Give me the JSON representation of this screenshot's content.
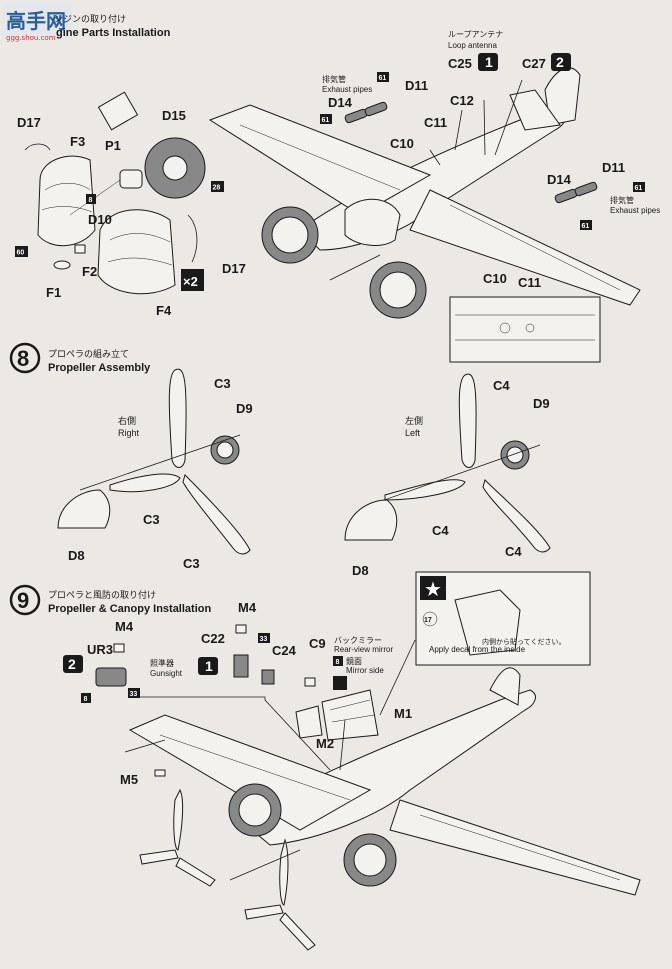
{
  "watermark": {
    "text": "高手网",
    "url": "ggg.shou.com"
  },
  "step7": {
    "title_jp": "ンジンの取り付け",
    "title_en": "gine Parts Installation",
    "loop_antenna_jp": "ループアンテナ",
    "loop_antenna_en": "Loop antenna",
    "exhaust_jp": "排気管",
    "exhaust_en": "Exhaust pipes",
    "x2": "×2",
    "labels": {
      "d17a": "D17",
      "f3": "F3",
      "p1": "P1",
      "d15": "D15",
      "d10": "D10",
      "f2": "F2",
      "f1": "F1",
      "f4": "F4",
      "d17b": "D17",
      "c25": "C25",
      "c27": "C27",
      "d14a": "D14",
      "d11a": "D11",
      "c12": "C12",
      "c11a": "C11",
      "c10a": "C10",
      "d11b": "D11",
      "d14b": "D14",
      "c10b": "C10",
      "c11b": "C11"
    },
    "nums": {
      "n8": "8",
      "n28": "28",
      "n60": "60",
      "n61a": "61",
      "n61b": "61",
      "n61c": "61",
      "n61d": "61"
    },
    "badges": {
      "b1": "1",
      "b2": "2"
    }
  },
  "step8": {
    "number": "8",
    "title_jp": "プロペラの組み立て",
    "title_en": "Propeller Assembly",
    "right_jp": "右側",
    "right_en": "Right",
    "left_jp": "左側",
    "left_en": "Left",
    "labels": {
      "c3a": "C3",
      "d9a": "D9",
      "c3b": "C3",
      "d8a": "D8",
      "c3c": "C3",
      "c4a": "C4",
      "d9b": "D9",
      "c4b": "C4",
      "d8b": "D8",
      "c4c": "C4"
    }
  },
  "step9": {
    "number": "9",
    "title_jp": "プロペラと風防の取り付け",
    "title_en": "Propeller & Canopy Installation",
    "mirror_jp": "バックミラー",
    "mirror_en": "Rear-view mirror",
    "mirror_side_jp": "鏡面",
    "mirror_side_en": "Mirror side",
    "gunsight_jp": "照準器",
    "gunsight_en": "Gunsight",
    "decal_jp": "内側から貼ってください。",
    "decal_en": "Apply decal from the inside",
    "decal_num": "17",
    "labels": {
      "m4a": "M4",
      "ur3": "UR3",
      "m4b": "M4",
      "c22": "C22",
      "c24": "C24",
      "c9": "C9",
      "m1": "M1",
      "m2": "M2",
      "m5": "M5"
    },
    "nums": {
      "n8a": "8",
      "n8b": "8",
      "n33a": "33",
      "n33b": "33"
    },
    "badges": {
      "b2": "2",
      "b1": "1"
    }
  }
}
